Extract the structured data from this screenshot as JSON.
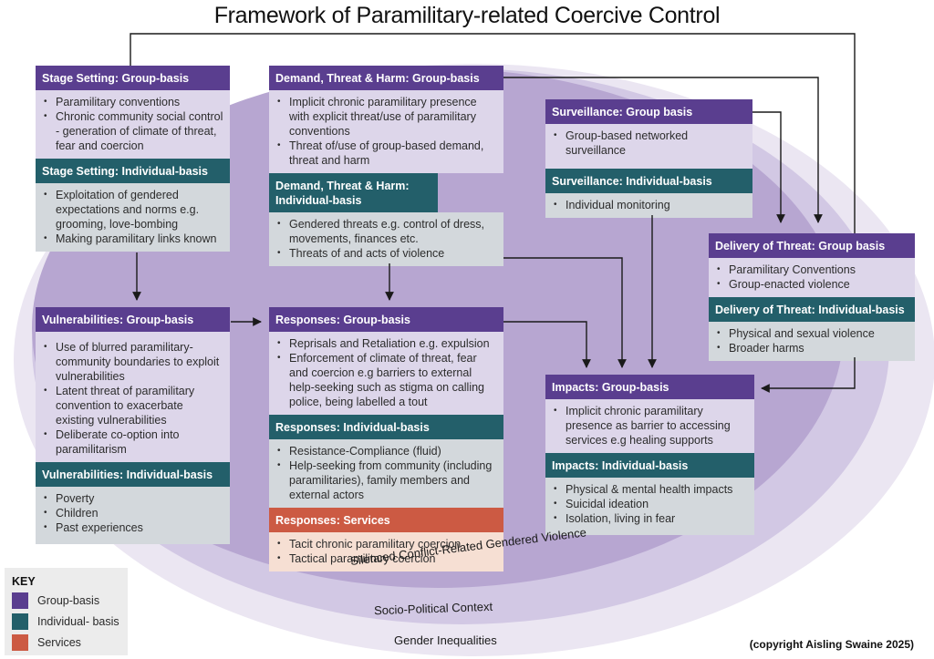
{
  "title": "Framework of Paramilitary-related Coercive Control",
  "colors": {
    "group_basis": "#5a3e8f",
    "individual_basis": "#235f6a",
    "services": "#cc5a43",
    "group_body": "#ddd6ea",
    "individual_body": "#d3d8dc",
    "services_body": "#f6dfd3",
    "ring_inner": "#b7a6d1",
    "ring_middle": "#d2c8e4",
    "ring_outer": "#ebe6f2"
  },
  "rings": {
    "inner": "Silenced Conflict-Related Gendered Violence",
    "middle": "Socio-Political Context",
    "outer": "Gender Inequalities"
  },
  "boxes": {
    "stage_setting": {
      "group_header": "Stage Setting: Group-basis",
      "group_items": [
        "Paramilitary conventions",
        "Chronic community social control - generation of climate of threat, fear and coercion"
      ],
      "indiv_header": "Stage Setting: Individual-basis",
      "indiv_items": [
        "Exploitation of gendered expectations and norms e.g. grooming, love-bombing",
        "Making paramilitary links known"
      ]
    },
    "demand_threat_harm": {
      "group_header": "Demand, Threat & Harm: Group-basis",
      "group_items": [
        "Implicit chronic paramilitary presence with explicit threat/use of paramilitary conventions",
        "Threat of/use of group-based demand, threat and harm"
      ],
      "indiv_header": "Demand, Threat & Harm: Individual-basis",
      "indiv_items": [
        "Gendered threats e.g. control of dress, movements, finances etc.",
        "Threats of and acts of violence"
      ]
    },
    "surveillance": {
      "group_header": "Surveillance: Group basis",
      "group_items": [
        "Group-based networked surveillance"
      ],
      "indiv_header": "Surveillance: Individual-basis",
      "indiv_items": [
        "Individual monitoring"
      ]
    },
    "delivery_of_threat": {
      "group_header": "Delivery of Threat: Group basis",
      "group_items": [
        "Paramilitary Conventions",
        "Group-enacted violence"
      ],
      "indiv_header": "Delivery of Threat: Individual-basis",
      "indiv_items": [
        "Physical and sexual violence",
        "Broader harms"
      ]
    },
    "vulnerabilities": {
      "group_header": "Vulnerabilities: Group-basis",
      "group_items": [
        "Use of blurred paramilitary-community boundaries to exploit vulnerabilities",
        "Latent threat of paramilitary convention to exacerbate existing vulnerabilities",
        "Deliberate co-option into paramilitarism"
      ],
      "indiv_header": "Vulnerabilities: Individual-basis",
      "indiv_items": [
        "Poverty",
        "Children",
        "Past experiences"
      ]
    },
    "responses": {
      "group_header": "Responses: Group-basis",
      "group_items": [
        "Reprisals and Retaliation e.g. expulsion",
        "Enforcement of climate of threat, fear and coercion e.g barriers to external help-seeking such as stigma on calling police, being labelled a tout"
      ],
      "indiv_header": "Responses: Individual-basis",
      "indiv_items": [
        "Resistance-Compliance (fluid)",
        "Help-seeking from community (including paramilitaries), family members and external actors"
      ],
      "serv_header": "Responses: Services",
      "serv_items": [
        "Tacit chronic paramilitary coercion",
        "Tactical paramilitary coercion"
      ]
    },
    "impacts": {
      "group_header": "Impacts: Group-basis",
      "group_items": [
        "Implicit chronic paramilitary presence as barrier to accessing services e.g healing supports"
      ],
      "indiv_header": "Impacts:  Individual-basis",
      "indiv_items": [
        "Physical & mental health impacts",
        "Suicidal ideation",
        "Isolation, living in fear"
      ]
    }
  },
  "key": {
    "title": "KEY",
    "items": [
      {
        "label": "Group-basis",
        "color": "#5a3e8f"
      },
      {
        "label": "Individual- basis",
        "color": "#235f6a"
      },
      {
        "label": "Services",
        "color": "#cc5a43"
      }
    ]
  },
  "copyright": "(copyright Aisling Swaine 2025)"
}
